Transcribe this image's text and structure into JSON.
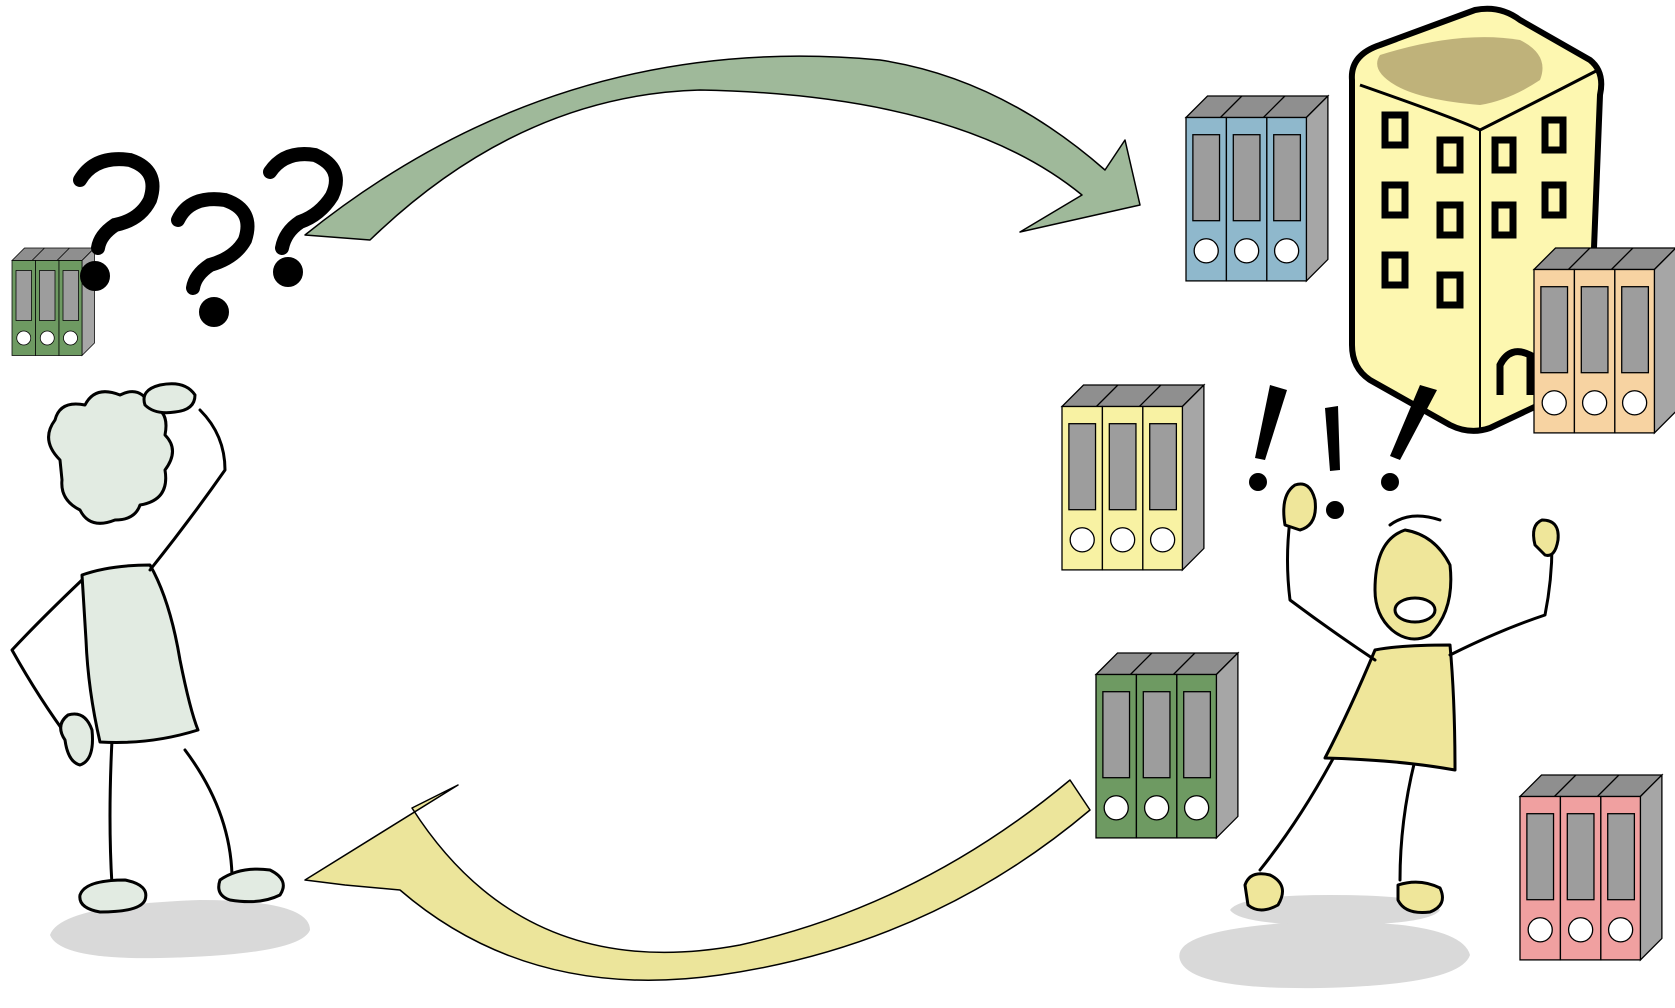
{
  "palette": {
    "outline": "#000000",
    "shadow": "#d9d9d9",
    "person_left_fill": "#e2ebe2",
    "person_right_fill": "#efe69a",
    "arrow_top_fill": "#9fb99a",
    "arrow_bottom_fill": "#ece59b",
    "building_fill": "#fdf7b0",
    "building_roof": "#bfb27a",
    "binder_spine_gray": "#9d9d9d",
    "binder_top_gray": "#8f8f8f",
    "binder_side_gray": "#a6a6a6"
  },
  "binder_stacks": [
    {
      "name": "binder-stack-small-green",
      "color": "#6e9a62"
    },
    {
      "name": "binder-stack-blue",
      "color": "#8fb8cc"
    },
    {
      "name": "binder-stack-yellow",
      "color": "#f8f2a3"
    },
    {
      "name": "binder-stack-orange",
      "color": "#f7d3a2"
    },
    {
      "name": "binder-stack-green",
      "color": "#6e9a62"
    },
    {
      "name": "binder-stack-pink",
      "color": "#f0a0a0"
    }
  ],
  "icons": {
    "confused_person": "confused-person-icon",
    "excited_person": "excited-person-icon",
    "office_building": "office-building-icon",
    "question_marks": "question-marks-icon",
    "exclamation_marks": "exclamation-marks-icon",
    "arrow_to_office": "curved-arrow-right-icon",
    "arrow_to_person": "curved-arrow-left-icon"
  }
}
